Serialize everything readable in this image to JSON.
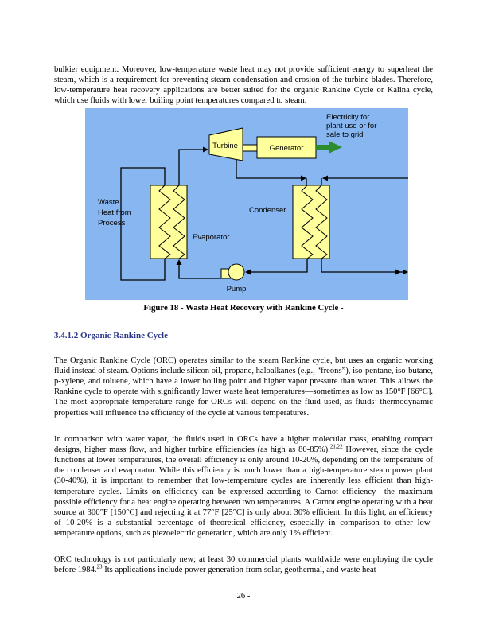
{
  "page": {
    "paragraph1": "bulkier equipment. Moreover, low-temperature waste heat may not provide sufficient energy to superheat the steam, which is a requirement for preventing steam condensation and erosion of the turbine blades. Therefore, low-temperature heat recovery applications are better suited for the organic Rankine Cycle or Kalina cycle, which use fluids with lower boiling point temperatures compared to steam.",
    "figure": {
      "caption": "Figure 18 - Waste Heat Recovery with Rankine Cycle -",
      "labels": {
        "turbine": "Turbine",
        "generator": "Generator",
        "electricity_line1": "Electricity for",
        "electricity_line2": "plant use or for",
        "electricity_line3": "sale to grid",
        "waste_heat_line1": "Waste",
        "waste_heat_line2": "Heat from",
        "waste_heat_line3": "Process",
        "condenser": "Condenser",
        "evaporator": "Evaporator",
        "pump": "Pump"
      },
      "colors": {
        "background": "#87b6f0",
        "component_fill": "#ffff9c",
        "outline": "#000000",
        "electricity_arrow": "#2d8c2d"
      }
    },
    "section": {
      "heading": "3.4.1.2 Organic Rankine Cycle",
      "heading_color": "#2b3587"
    },
    "paragraph_orc": "The Organic Rankine Cycle (ORC) operates similar to the steam Rankine cycle, but uses an organic working fluid instead of steam. Options include silicon oil, propane, haloalkanes (e.g., “freons”), iso-pentane, iso-butane, p-xylene, and toluene, which have a lower boiling point and higher vapor pressure than water. This allows the Rankine cycle to operate with significantly lower waste heat temperatures—sometimes as low as 150°F [66°C]. The most appropriate temperature range for ORCs will depend on the fluid used, as fluids’ thermodynamic properties will influence the efficiency of the cycle at various temperatures.",
    "paragraph_comparison": {
      "pre": "In comparison with water vapor, the fluids used in ORCs have a higher molecular mass, enabling compact designs, higher mass flow, and higher turbine efficiencies (as high as 80-85%).",
      "sup": "21,22",
      "post": " However, since the cycle functions at lower temperatures, the overall efficiency is only around 10-20%, depending on the temperature of the condenser and evaporator. While this efficiency is much lower than a high-temperature steam power plant (30-40%), it is important to remember that low-temperature cycles are inherently less efficient than high-temperature cycles. Limits on efficiency can be expressed according to Carnot efficiency—the maximum possible efficiency for a heat engine operating between two temperatures. A Carnot engine operating with a heat source at 300°F [150°C] and rejecting it at 77°F [25°C] is only about 30% efficient. In this light, an efficiency of 10-20% is a substantial percentage of theoretical efficiency, especially in comparison to other low-temperature options, such as piezoelectric generation, which are only 1% efficient."
    },
    "paragraph_history": {
      "pre": "ORC technology is not particularly new; at least 30 commercial plants worldwide were employing the cycle before 1984.",
      "sup": "23",
      "post": " Its applications include power generation from solar, geothermal, and waste heat"
    },
    "page_number": "26 -"
  }
}
